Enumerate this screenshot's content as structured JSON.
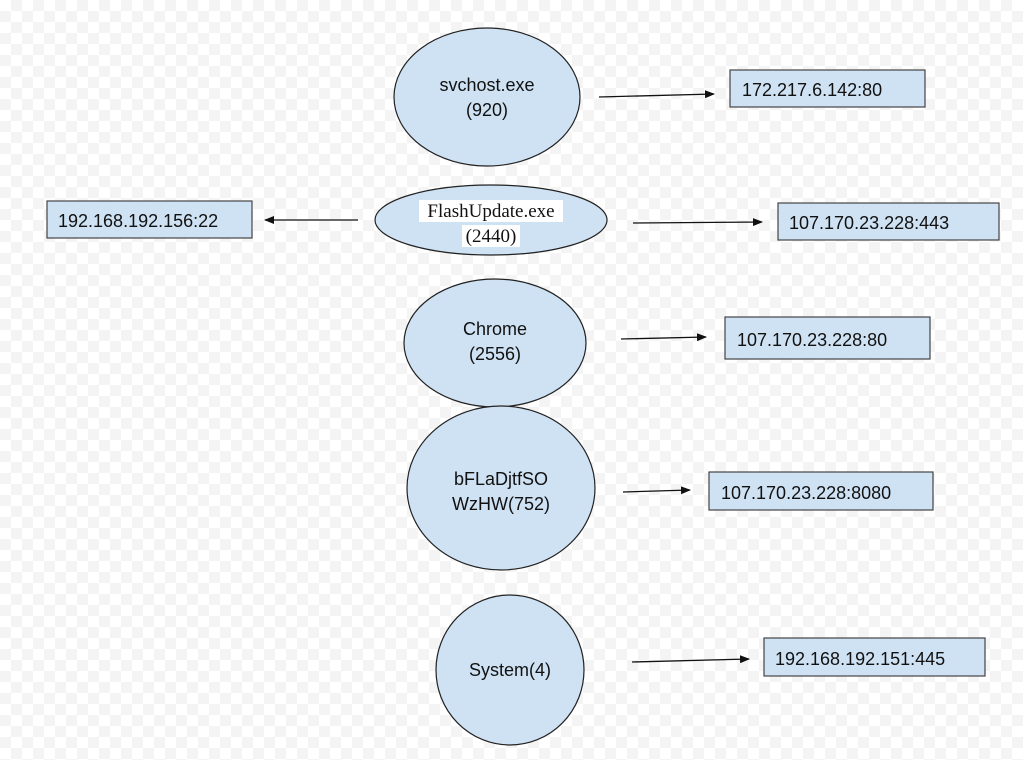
{
  "diagram": {
    "processes": [
      {
        "id": "svchost",
        "lines": [
          "svchost.exe",
          "(920)"
        ]
      },
      {
        "id": "flashupdate",
        "lines": [
          "FlashUpdate.exe",
          "(2440)"
        ]
      },
      {
        "id": "chrome",
        "lines": [
          "Chrome",
          "(2556)"
        ]
      },
      {
        "id": "bfladjtfso",
        "lines": [
          "bFLaDjtfSO",
          "WzHW(752)"
        ]
      },
      {
        "id": "system",
        "lines": [
          "System(4)"
        ]
      }
    ],
    "endpoints": [
      {
        "id": "ep1",
        "label": "172.217.6.142:80"
      },
      {
        "id": "ep2",
        "label": "192.168.192.156:22"
      },
      {
        "id": "ep3",
        "label": "107.170.23.228:443"
      },
      {
        "id": "ep4",
        "label": "107.170.23.228:80"
      },
      {
        "id": "ep5",
        "label": "107.170.23.228:8080"
      },
      {
        "id": "ep6",
        "label": "192.168.192.151:445"
      }
    ],
    "connections": [
      {
        "from": "svchost",
        "to": "ep1"
      },
      {
        "from": "flashupdate",
        "to": "ep2"
      },
      {
        "from": "flashupdate",
        "to": "ep3"
      },
      {
        "from": "chrome",
        "to": "ep4"
      },
      {
        "from": "bfladjtfso",
        "to": "ep5"
      },
      {
        "from": "system",
        "to": "ep6"
      }
    ],
    "colors": {
      "node_fill": "#cfe2f3",
      "stroke": "#222222"
    }
  }
}
